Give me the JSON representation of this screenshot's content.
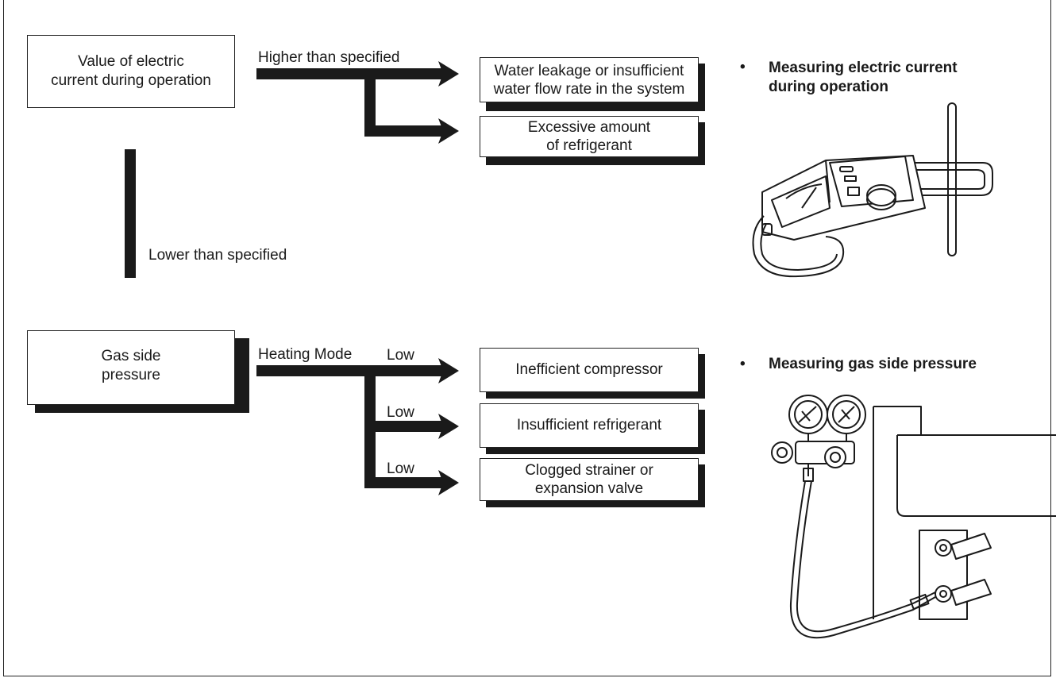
{
  "section_current": {
    "source_box": "Value of electric\ncurrent during operation",
    "higher_label": "Higher than specified",
    "lower_label": "Lower than specified",
    "result_1": "Water leakage or insufficient\nwater flow rate in the system",
    "result_2": "Excessive amount\nof refrigerant",
    "note_bullet": "•",
    "note_text": "Measuring electric current\nduring operation",
    "illustration_icon": "clamp-meter-illustration"
  },
  "section_pressure": {
    "source_box": "Gas side\npressure",
    "mode_label": "Heating Mode",
    "branch_labels": [
      "Low",
      "Low",
      "Low"
    ],
    "result_1": "Inefficient compressor",
    "result_2": "Insufficient refrigerant",
    "result_3": "Clogged strainer or\nexpansion valve",
    "note_bullet": "•",
    "note_text": "Measuring gas side pressure",
    "illustration_icon": "manifold-gauge-illustration"
  },
  "colors": {
    "ink": "#1a1a1a",
    "paper": "#ffffff"
  }
}
